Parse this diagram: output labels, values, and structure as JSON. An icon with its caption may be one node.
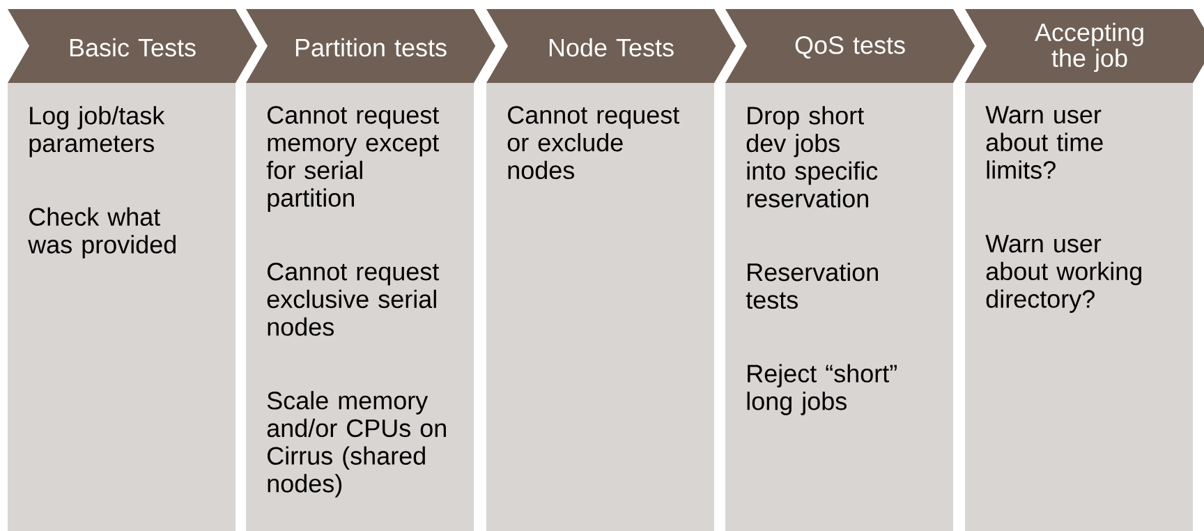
{
  "diagram": {
    "nodes": [
      {
        "text": [
          "Basic Tests"
        ]
      },
      {
        "text": [
          "Log job/task parameters",
          "Check what was provided"
        ]
      },
      {
        "text": [
          "Partition tests"
        ]
      },
      {
        "text": [
          "Cannot request memory except for serial partition",
          "Cannot request exclusive serial nodes",
          "Scale memory and/or CPUs on Cirrus (shared nodes)"
        ]
      },
      {
        "text": [
          "Node Tests"
        ]
      },
      {
        "text": [
          "Cannot request or exclude nodes"
        ]
      },
      {
        "text": [
          "QoS tests"
        ]
      },
      {
        "text": [
          "Drop short dev jobs into specific reservation",
          "Reservation tests",
          "Reject “short” long jobs"
        ]
      },
      {
        "text": [
          "Accepting the job"
        ]
      },
      {
        "text": [
          "Warn user about time limits?",
          "Warn user about working directory?"
        ]
      }
    ]
  }
}
